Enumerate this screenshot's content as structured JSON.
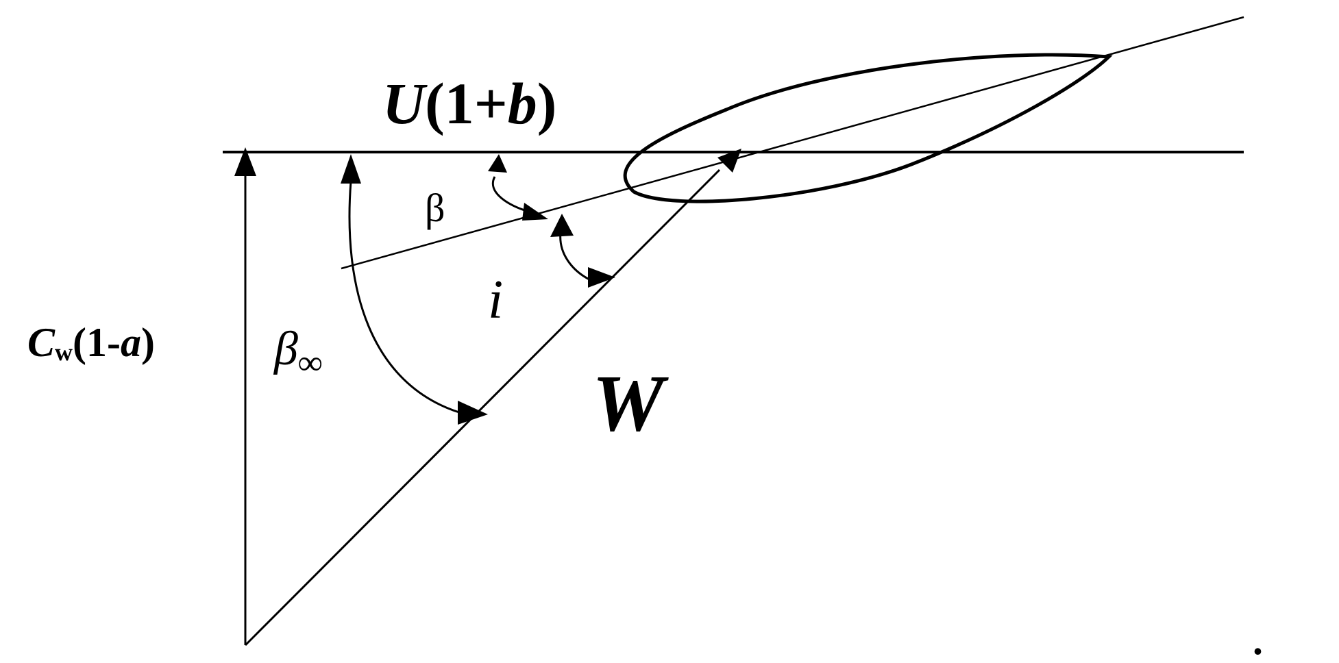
{
  "labels": {
    "u_velocity": {
      "main": "U",
      "paren_open": "(1+",
      "var": "b",
      "paren_close": ")"
    },
    "c_velocity": {
      "main": "C",
      "sub": "w",
      "paren_open": "(1-",
      "var": "a",
      "paren_close": ")"
    },
    "w_relative": "W",
    "beta": "β",
    "beta_inf": {
      "main": "β",
      "sub": "∞"
    },
    "incidence": "i",
    "dot": "."
  },
  "colors": {
    "stroke": "#000000",
    "background": "#ffffff"
  }
}
